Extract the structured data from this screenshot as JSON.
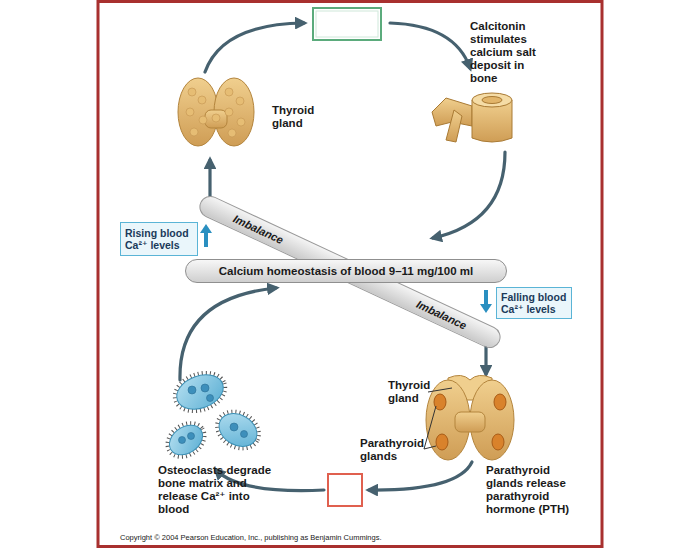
{
  "diagram": {
    "nodes": [
      {
        "text": [
          "Imbalance",
          "Imbalance"
        ]
      },
      {
        "text": [
          "Rising blood Ca²⁺ levels"
        ]
      },
      {
        "text": [
          "Calcium homeostasis of blood 9–11 mg/100 ml"
        ]
      },
      {
        "text": [
          "Falling blood Ca²⁺ levels"
        ]
      }
    ],
    "labels": [
      "Calcitonin stimulates calcium salt deposit in bone",
      "Thyroid gland",
      "Thyroid gland",
      "Parathyroid glands",
      "Osteoclasts degrade bone matrix and release Ca²⁺ into blood",
      "Parathyroid glands release parathyroid hormone (PTH)",
      "Copyright © 2004 Pearson Education, Inc., publishing as Benjamin Cummings."
    ]
  }
}
